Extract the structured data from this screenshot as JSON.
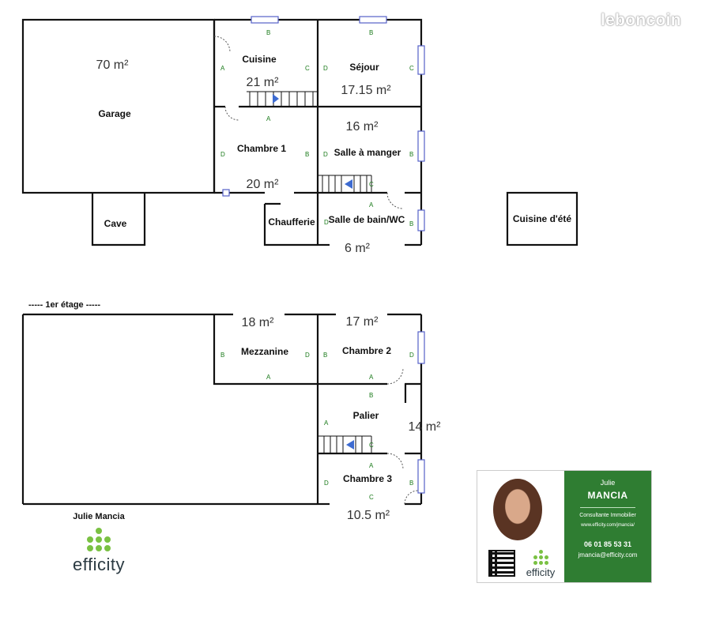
{
  "watermark": "leboncoin",
  "ground_floor": {
    "rooms": {
      "garage": {
        "name": "Garage",
        "area": "70 m²"
      },
      "cave": {
        "name": "Cave"
      },
      "cuisine": {
        "name": "Cuisine",
        "area": "21 m²"
      },
      "sejour": {
        "name": "Séjour",
        "area": "17.15 m²"
      },
      "chambre1": {
        "name": "Chambre 1",
        "area": "20 m²"
      },
      "salle_a_manger": {
        "name": "Salle à manger",
        "area": "16 m²"
      },
      "chaufferie": {
        "name": "Chaufferie"
      },
      "salle_de_bain": {
        "name": "Salle de bain/WC",
        "area": "6 m²"
      },
      "cuisine_ete": {
        "name": "Cuisine d'été"
      }
    }
  },
  "first_floor": {
    "label": "-----  1er étage  -----",
    "rooms": {
      "mezzanine": {
        "name": "Mezzanine",
        "area": "18 m²"
      },
      "chambre2": {
        "name": "Chambre 2",
        "area": "17 m²"
      },
      "palier": {
        "name": "Palier",
        "area": "14 m²"
      },
      "chambre3": {
        "name": "Chambre 3",
        "area": "10.5 m²"
      }
    }
  },
  "wall_marks": {
    "a": "A",
    "b": "B",
    "c": "C",
    "d": "D"
  },
  "agent": {
    "name": "Julie Mancia",
    "brand": "efficity"
  },
  "business_card": {
    "first_name": "Julie",
    "last_name": "MANCIA",
    "title": "Consultante Immobilier",
    "website": "www.efficity.com/jmancia/",
    "phone": "06 01 85 53 31",
    "email": "jmancia@efficity.com",
    "brand": "efficity",
    "accent_color": "#2f7d32",
    "logo_dot_color": "#7ac143"
  }
}
